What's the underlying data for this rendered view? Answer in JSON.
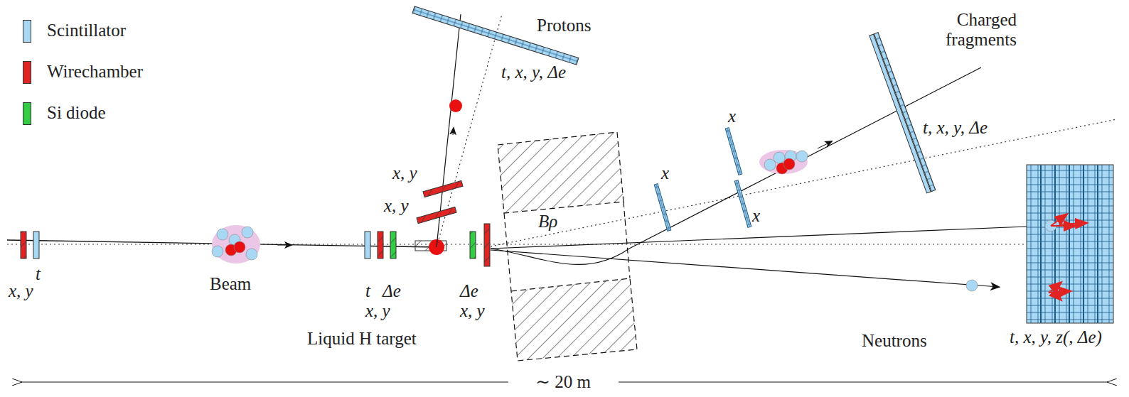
{
  "diagram": {
    "labels": [
      "Protons",
      "t, x, y, Δe",
      "Charged fragments",
      "x",
      "x",
      "x",
      "t, x, y, Δe",
      "x, y",
      "x, y",
      "t",
      "x, y",
      "Beam",
      "t",
      "Δe",
      "x, y",
      "Δe",
      "x, y",
      "Bρ",
      "Liquid H target",
      "Neutrons",
      "t, x, y, z(, Δe)",
      "∼ 20 m"
    ],
    "legend": [
      {
        "text": "Scintillator",
        "color": "#a8d8f4"
      },
      {
        "text": "Wirechamber",
        "color": "#e02424"
      },
      {
        "text": "Si diode",
        "color": "#33cc44"
      }
    ]
  }
}
